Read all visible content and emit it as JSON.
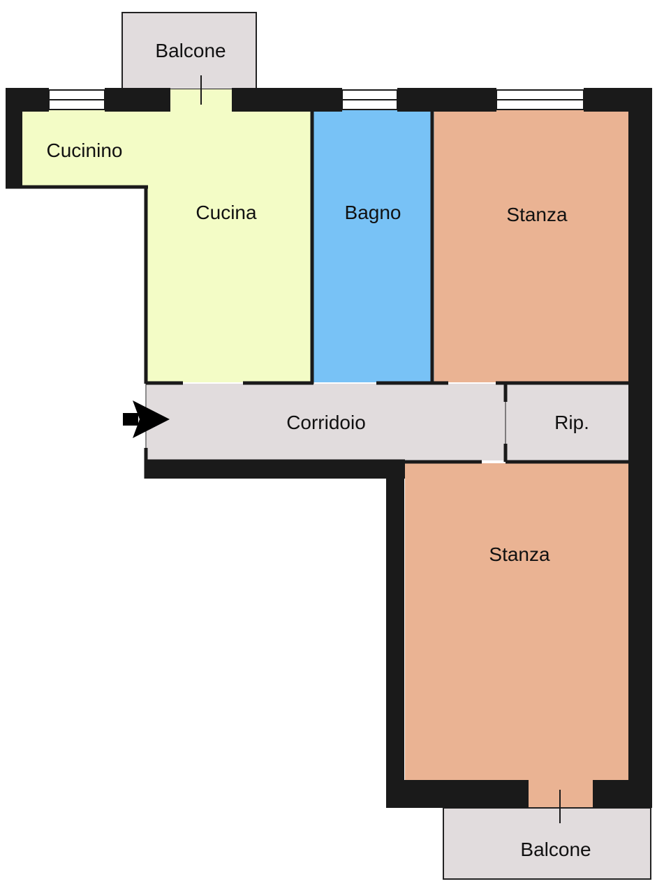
{
  "colors": {
    "background": "#ffffff",
    "wall": "#1a1a1a",
    "kitchen": "#f3fcc6",
    "bathroom": "#78c2f6",
    "bedroom": "#eab393",
    "corridor": "#e1dcdd",
    "balcony": "#e1dcdd",
    "entry_arrow": "#000000"
  },
  "rooms": {
    "balcone_top": "Balcone",
    "cucinino": "Cucinino",
    "cucina": "Cucina",
    "bagno": "Bagno",
    "stanza_top": "Stanza",
    "corridoio": "Corridoio",
    "ripostiglio": "Rip.",
    "stanza_bottom": "Stanza",
    "balcone_bottom": "Balcone"
  },
  "icons": {
    "entry": "entry-arrow-icon"
  }
}
